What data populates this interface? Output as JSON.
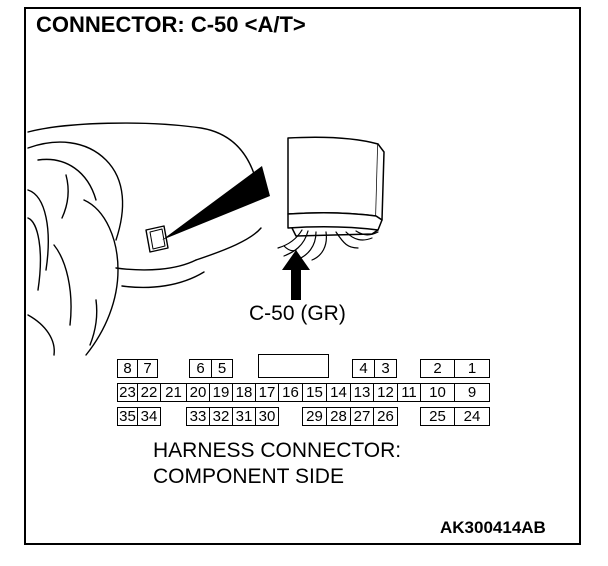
{
  "title": "CONNECTOR: C-50 <A/T>",
  "connector_callout": "C-50 (GR)",
  "harness_label": {
    "line1": "HARNESS CONNECTOR:",
    "line2": "COMPONENT SIDE"
  },
  "figure_code": "AK300414AB",
  "pins": {
    "row1_left": [
      "8",
      "7"
    ],
    "row1_mid": [
      "6",
      "5"
    ],
    "row1_right": [
      "4",
      "3"
    ],
    "row1_far": [
      "2",
      "1"
    ],
    "row2": [
      "23",
      "22",
      "21",
      "20",
      "19",
      "18",
      "17",
      "16",
      "15",
      "14",
      "13",
      "12",
      "11",
      "10",
      "9"
    ],
    "row3_left": [
      "35",
      "34"
    ],
    "row3_mid": [
      "33",
      "32",
      "31",
      "30"
    ],
    "row3_right": [
      "29",
      "28",
      "27",
      "26"
    ],
    "row3_far": [
      "25",
      "24"
    ]
  }
}
